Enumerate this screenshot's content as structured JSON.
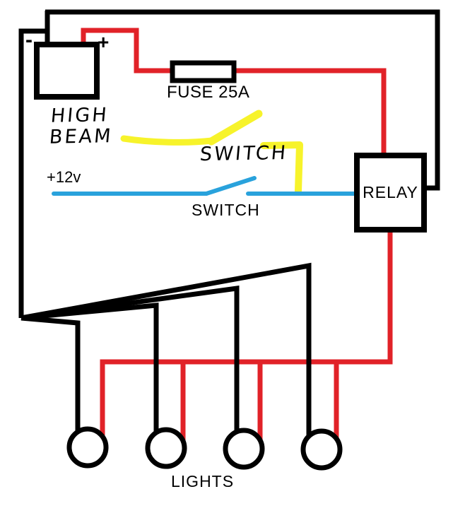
{
  "diagram": {
    "labels": {
      "battery_minus": "-",
      "battery_plus": "+",
      "fuse": "FUSE 25A",
      "high_beam_line1": "HIGH",
      "high_beam_line2": "BEAM",
      "switch_hand": "SWITCH",
      "supply": "+12v",
      "switch_main": "SWITCH",
      "relay": "RELAY",
      "lights": "LIGHTS"
    },
    "lights_count": 4,
    "colors": {
      "black": "#000000",
      "red": "#e12228",
      "blue": "#29a2dc",
      "yellow": "#f7f32b",
      "background": "#ffffff"
    }
  }
}
